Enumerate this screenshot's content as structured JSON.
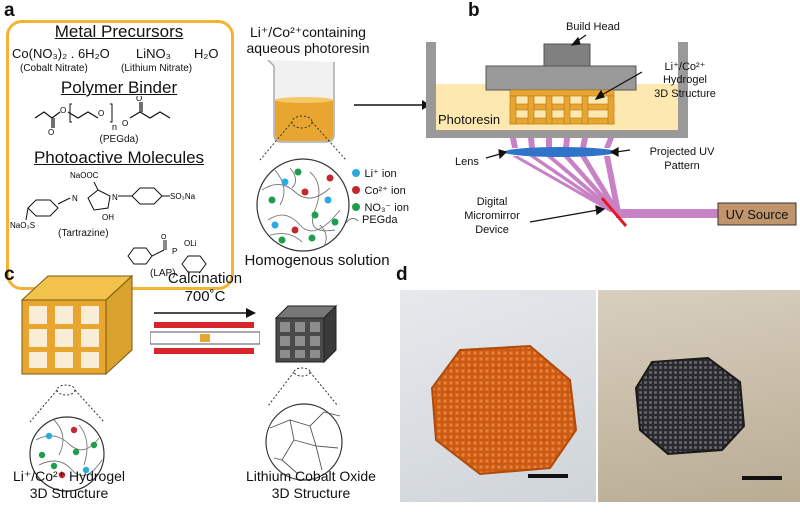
{
  "panels": {
    "a": "a",
    "b": "b",
    "c": "c",
    "d": "d"
  },
  "precursors": {
    "heading": "Metal Precursors",
    "cobalt_formula": "Co(NO₃)₂ . 6H₂O",
    "cobalt_name": "(Cobalt Nitrate)",
    "lithium_formula": "LiNO₃",
    "lithium_name": "(Lithium Nitrate)",
    "water": "H₂O"
  },
  "binder": {
    "heading": "Polymer Binder",
    "index": "n",
    "name": "(PEGda)"
  },
  "photoactive": {
    "heading": "Photoactive Molecules",
    "tartrazine": "(Tartrazine)",
    "lap": "(LAP)",
    "group_naooc": "NaOOC",
    "group_so3na": "SO₃Na",
    "group_naso3": "NaO₃S",
    "group_oh": "OH",
    "group_oli": "OLi",
    "atom_p": "P",
    "atom_o": "O",
    "atom_n": "N"
  },
  "resin": {
    "title_line1": "Li⁺/Co²⁺containing",
    "title_line2": "aqueous photoresin",
    "legend": [
      {
        "label": "Li⁺ ion",
        "color": "#29abe2"
      },
      {
        "label": "Co²⁺ ion",
        "color": "#c1272d"
      },
      {
        "label": "NO₃⁻ ion",
        "color": "#1e9e4a"
      },
      {
        "label": "PEGda",
        "color": "#777777"
      }
    ],
    "caption": "Homogenous solution"
  },
  "printer": {
    "build_head": "Build Head",
    "structure_line1": "Li⁺/Co²⁺",
    "structure_line2": "Hydrogel",
    "structure_line3": "3D Structure",
    "photoresin": "Photoresin",
    "lens": "Lens",
    "projected_line1": "Projected UV",
    "projected_line2": "Pattern",
    "dmd_line1": "Digital",
    "dmd_line2": "Micromirror",
    "dmd_line3": "Device",
    "uv_source": "UV Source"
  },
  "calcination": {
    "label": "Calcination",
    "temperature": "700˚C",
    "left_caption_line1": "Li⁺/Co²⁺ Hydrogel",
    "left_caption_line2": "3D Structure",
    "right_caption_line1": "Lithium Cobalt Oxide",
    "right_caption_line2": "3D Structure"
  },
  "colors": {
    "frame": "#f5b335",
    "resin": "#fde8b0",
    "hydrogel": "#e8a630",
    "uv": "#c77bc3",
    "uv_source": "#c0956b",
    "lens": "#2e75c8",
    "mirror": "#e01b24",
    "furnace": "#d7262b",
    "oxide": "#4a4a4a"
  }
}
